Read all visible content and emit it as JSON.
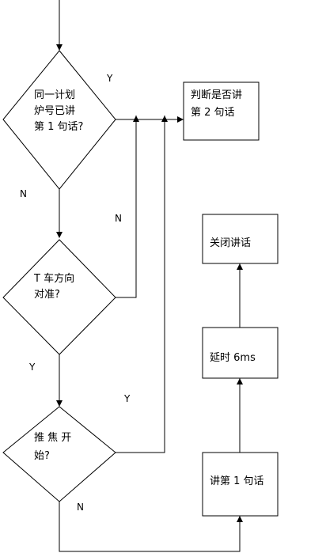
{
  "flowchart": {
    "decision_1": {
      "lines": [
        "同一计划",
        "炉号已讲",
        "第 1 句话?"
      ]
    },
    "decision_2": {
      "lines": [
        "T 车方向",
        "对准?"
      ]
    },
    "decision_3": {
      "lines": [
        "推  焦  开",
        "始?"
      ]
    },
    "process_judge": {
      "lines": [
        "判断是否讲",
        "第 2 句话"
      ]
    },
    "process_say_first": {
      "lines": [
        "讲第 1 句话"
      ]
    },
    "process_delay": {
      "lines": [
        "延时 6ms"
      ]
    },
    "process_close": {
      "lines": [
        "关闭讲话"
      ]
    },
    "edge_labels": {
      "d1_yes": "Y",
      "d1_no": "N",
      "d2_no": "N",
      "d2_yes": "Y",
      "d3_yes": "Y",
      "d3_no": "N"
    }
  }
}
